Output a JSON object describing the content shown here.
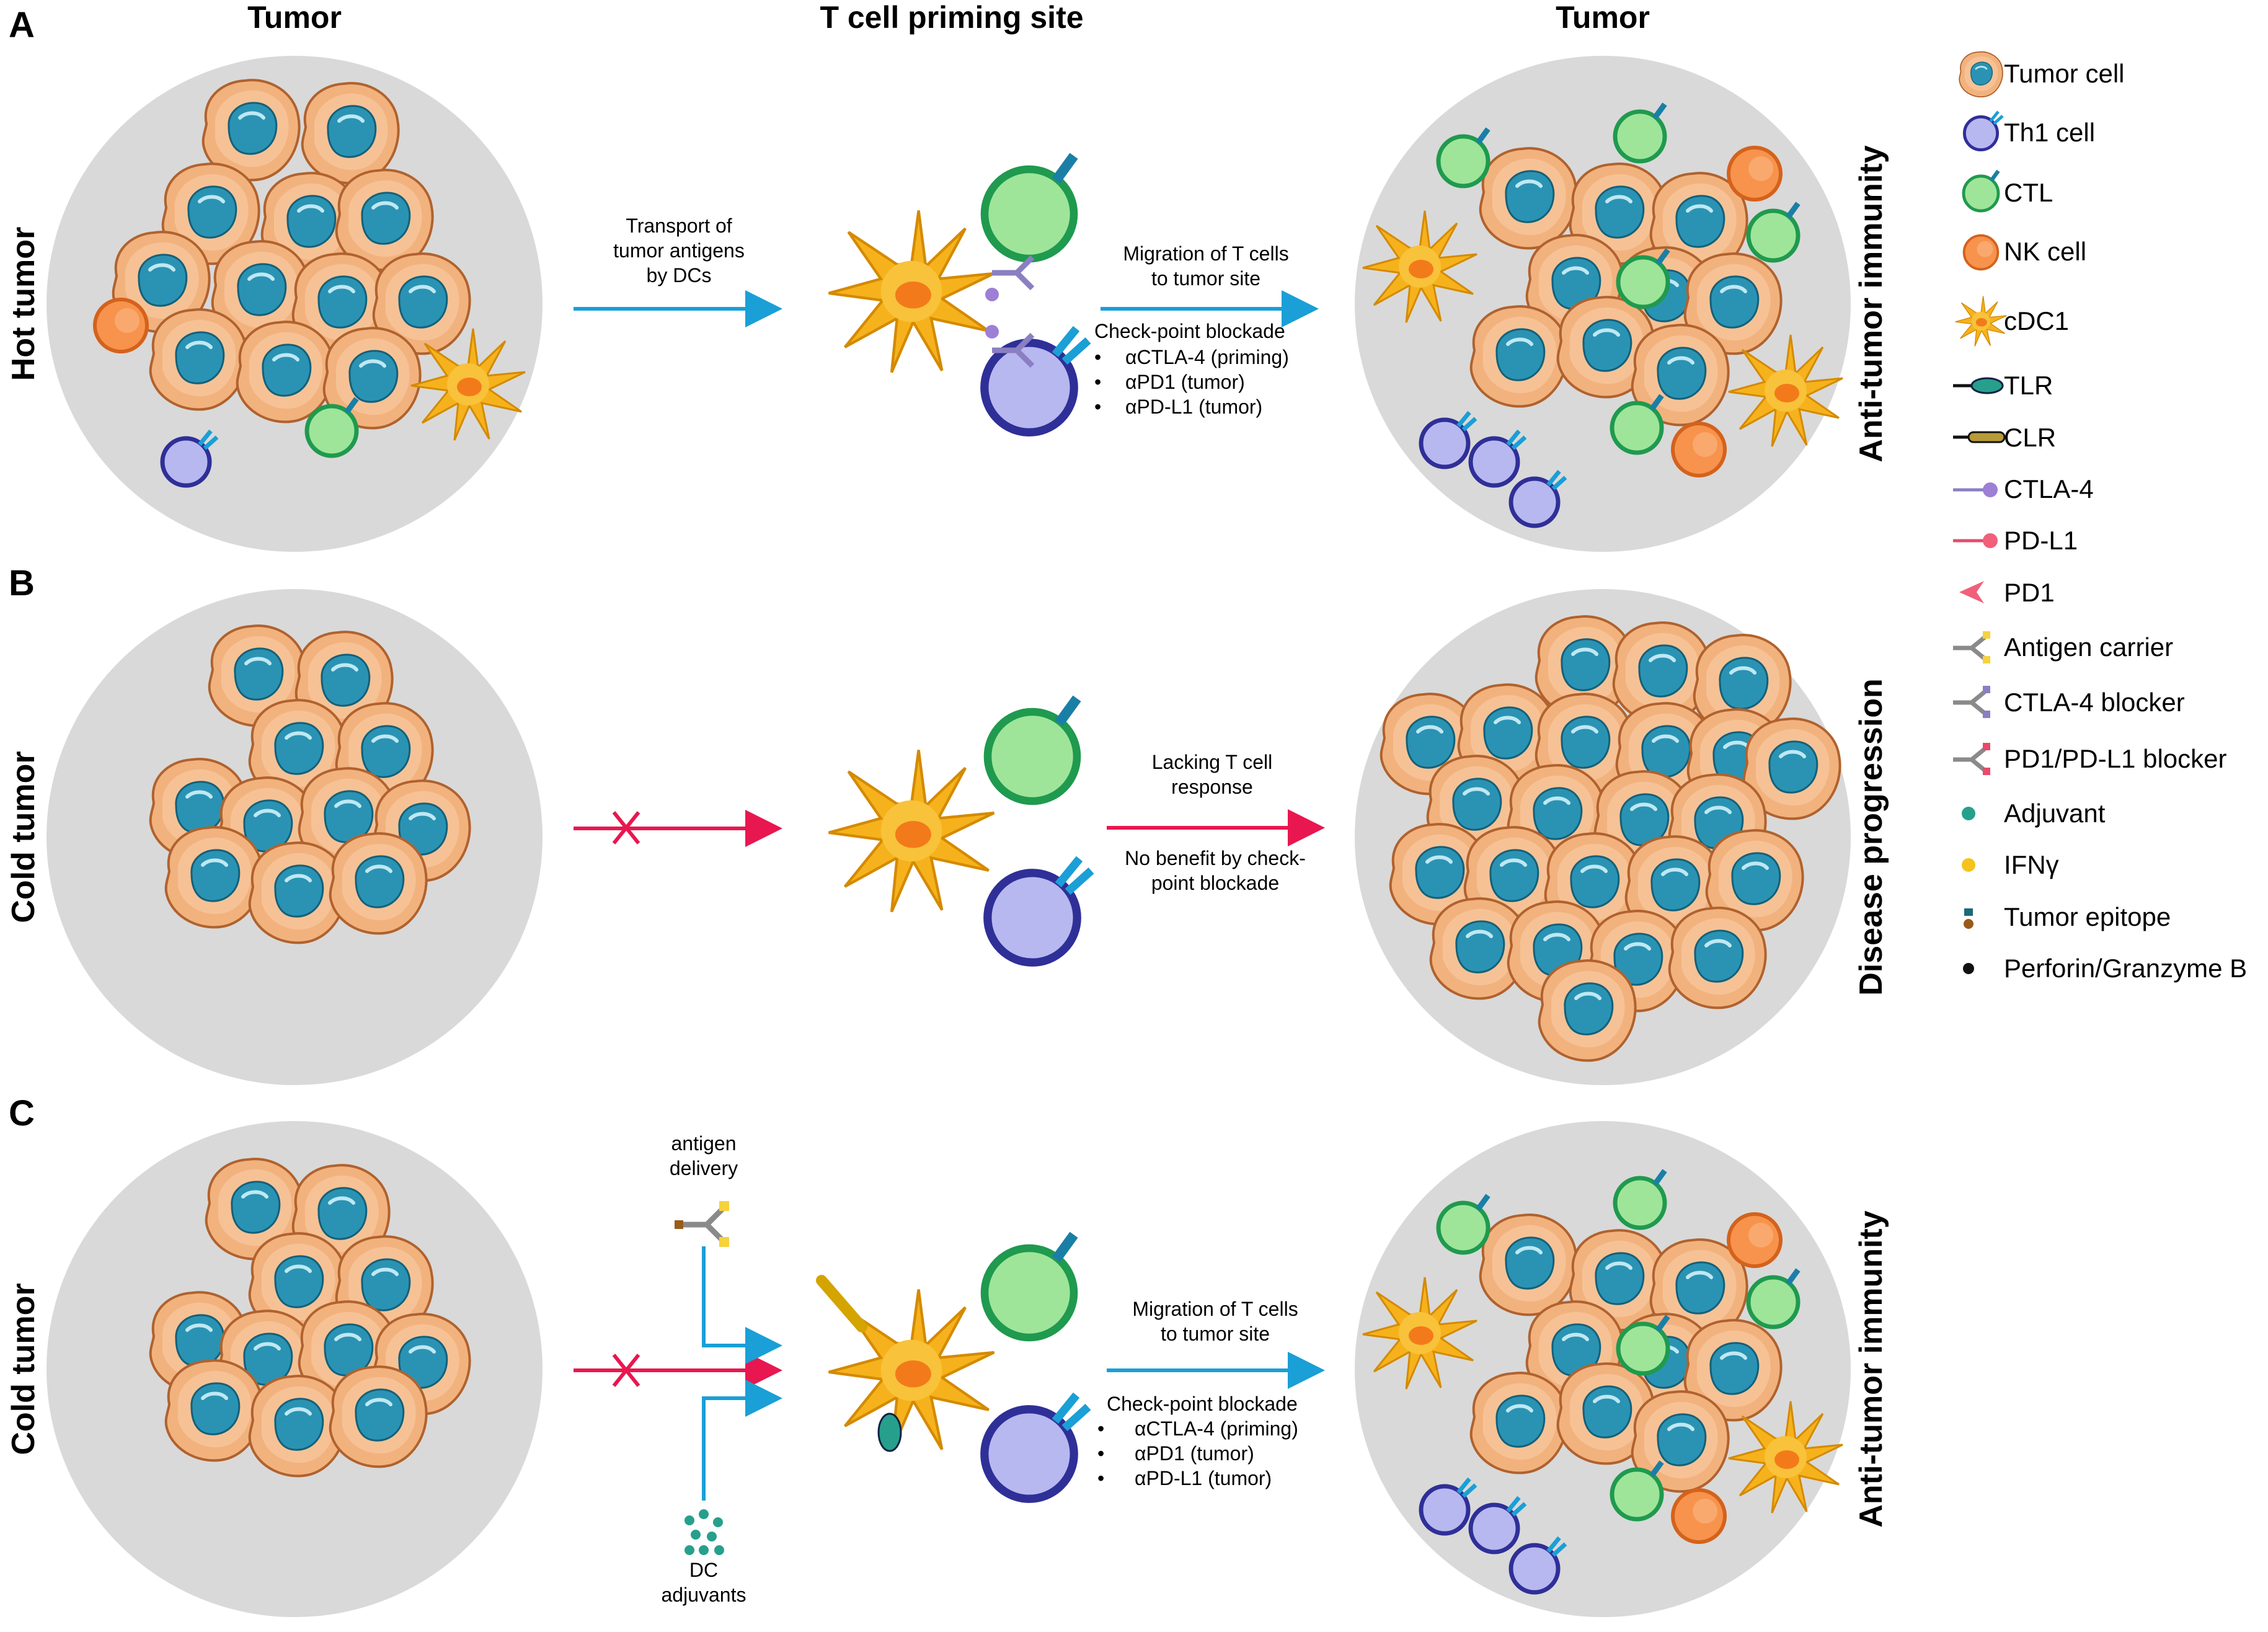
{
  "panels": [
    {
      "letter": "A",
      "row_label": "Hot tumor",
      "outcome": "Anti-tumor immunity"
    },
    {
      "letter": "B",
      "row_label": "Cold tumor",
      "outcome": "Disease progression"
    },
    {
      "letter": "C",
      "row_label": "Cold tumor",
      "outcome": "Anti-tumor immunity"
    }
  ],
  "column_headers": {
    "left": "Tumor",
    "middle": "T cell priming site",
    "right": "Tumor"
  },
  "panel_a": {
    "transport_text": [
      "Transport of",
      "tumor antigens",
      "by DCs"
    ],
    "migration_text": [
      "Migration of T cells",
      "to tumor site"
    ],
    "checkpoint_title": "Check-point blockade",
    "checkpoint_items": [
      "αCTLA-4 (priming)",
      "αPD1 (tumor)",
      "αPD-L1 (tumor)"
    ]
  },
  "panel_b": {
    "lacking_text": [
      "Lacking T cell",
      "response"
    ],
    "nobenefit_text": [
      "No benefit by check-",
      "point blockade"
    ]
  },
  "panel_c": {
    "antigen_delivery": [
      "antigen",
      "delivery"
    ],
    "dc_adjuvants": [
      "DC",
      "adjuvants"
    ],
    "migration_text": [
      "Migration of T cells",
      "to tumor site"
    ],
    "checkpoint_title": "Check-point blockade",
    "checkpoint_items": [
      "αCTLA-4 (priming)",
      "αPD1 (tumor)",
      "αPD-L1 (tumor)"
    ]
  },
  "legend": [
    {
      "icon": "tumor-cell-icon",
      "label": "Tumor cell"
    },
    {
      "icon": "th1-cell-icon",
      "label": "Th1 cell"
    },
    {
      "icon": "ctl-icon",
      "label": "CTL"
    },
    {
      "icon": "nk-cell-icon",
      "label": "NK cell"
    },
    {
      "icon": "cdc1-icon",
      "label": "cDC1"
    },
    {
      "icon": "tlr-icon",
      "label": "TLR"
    },
    {
      "icon": "clr-icon",
      "label": "CLR"
    },
    {
      "icon": "ctla4-icon",
      "label": "CTLA-4"
    },
    {
      "icon": "pdl1-icon",
      "label": "PD-L1"
    },
    {
      "icon": "pd1-icon",
      "label": "PD1"
    },
    {
      "icon": "antigen-carrier-icon",
      "label": "Antigen carrier"
    },
    {
      "icon": "ctla4-blocker-icon",
      "label": "CTLA-4 blocker"
    },
    {
      "icon": "pd1-pdl1-blocker-icon",
      "label": "PD1/PD-L1 blocker"
    },
    {
      "icon": "adjuvant-icon",
      "label": "Adjuvant"
    },
    {
      "icon": "ifng-icon",
      "label": "IFNγ"
    },
    {
      "icon": "tumor-epitope-icon",
      "label": "Tumor epitope"
    },
    {
      "icon": "perforin-granzyme-icon",
      "label": "Perforin/Granzyme B"
    }
  ],
  "colors": {
    "tumor_cell": "#f2b27e",
    "tumor_nucleus": "#2a93b3",
    "th1": "#b8b8f0",
    "th1_edge": "#2f2f98",
    "ctl": "#9ee59a",
    "ctl_edge": "#1f9a4e",
    "nk": "#f7934c",
    "dc": "#f6b21c",
    "circle_bg": "#d9d9d9",
    "arrow_blue": "#1a9fd6",
    "arrow_red": "#e8174f"
  }
}
